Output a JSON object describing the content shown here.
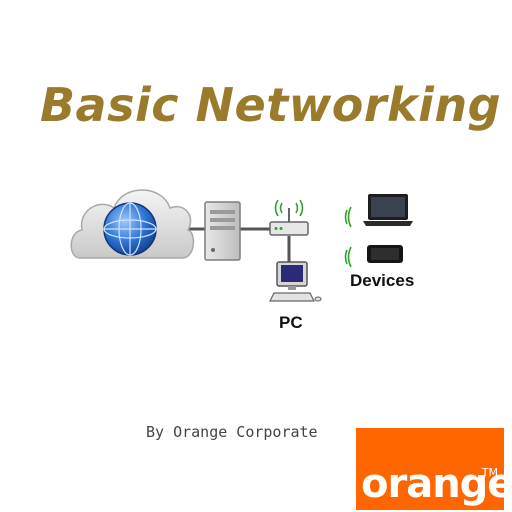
{
  "header": {
    "title": "Basic Networking"
  },
  "diagram": {
    "nodes": [
      {
        "id": "internet",
        "icon": "cloud-globe-icon"
      },
      {
        "id": "server",
        "icon": "server-icon"
      },
      {
        "id": "router",
        "icon": "wireless-router-icon"
      },
      {
        "id": "pc",
        "icon": "pc-icon",
        "label": "PC"
      },
      {
        "id": "laptop",
        "icon": "laptop-icon"
      },
      {
        "id": "tablet",
        "icon": "tablet-icon"
      }
    ],
    "devices_label": "Devices",
    "links": [
      [
        "internet",
        "server"
      ],
      [
        "server",
        "router"
      ],
      [
        "router",
        "pc"
      ]
    ]
  },
  "footer": {
    "byline": "By Orange Corporate",
    "logo": {
      "word": "orange",
      "tm": "TM",
      "bg": "#ff6600",
      "fg": "#ffffff"
    }
  },
  "colors": {
    "title": "#9a7b2c",
    "globe": "#2a6fd1",
    "wifi": "#2fa32f"
  }
}
